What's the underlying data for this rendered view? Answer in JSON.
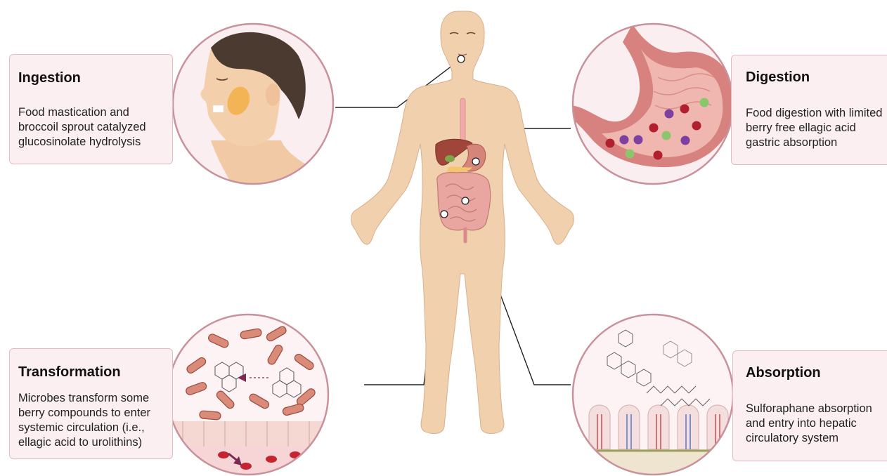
{
  "stages": {
    "ingestion": {
      "title": "Ingestion",
      "description": "Food mastication and broccoil sprout catalyzed glucosinolate  hydrolysis"
    },
    "digestion": {
      "title": "Digestion",
      "description": "Food digestion with limited berry free ellagic acid gastric absorption"
    },
    "transformation": {
      "title": "Transformation",
      "description": "Microbes transform some berry compounds to enter systemic circulation (i.e., ellagic acid to urolithins)"
    },
    "absorption": {
      "title": "Absorption",
      "description": "Sulforaphane absorption and entry into hepatic circulatory system"
    }
  },
  "colors": {
    "card_fill": "#fbeff1",
    "card_border": "#e3bcc3",
    "circle_border": "#c9919b",
    "skin": "#f1d0ad",
    "stomach": "#c84b4b",
    "connector": "#222222"
  }
}
